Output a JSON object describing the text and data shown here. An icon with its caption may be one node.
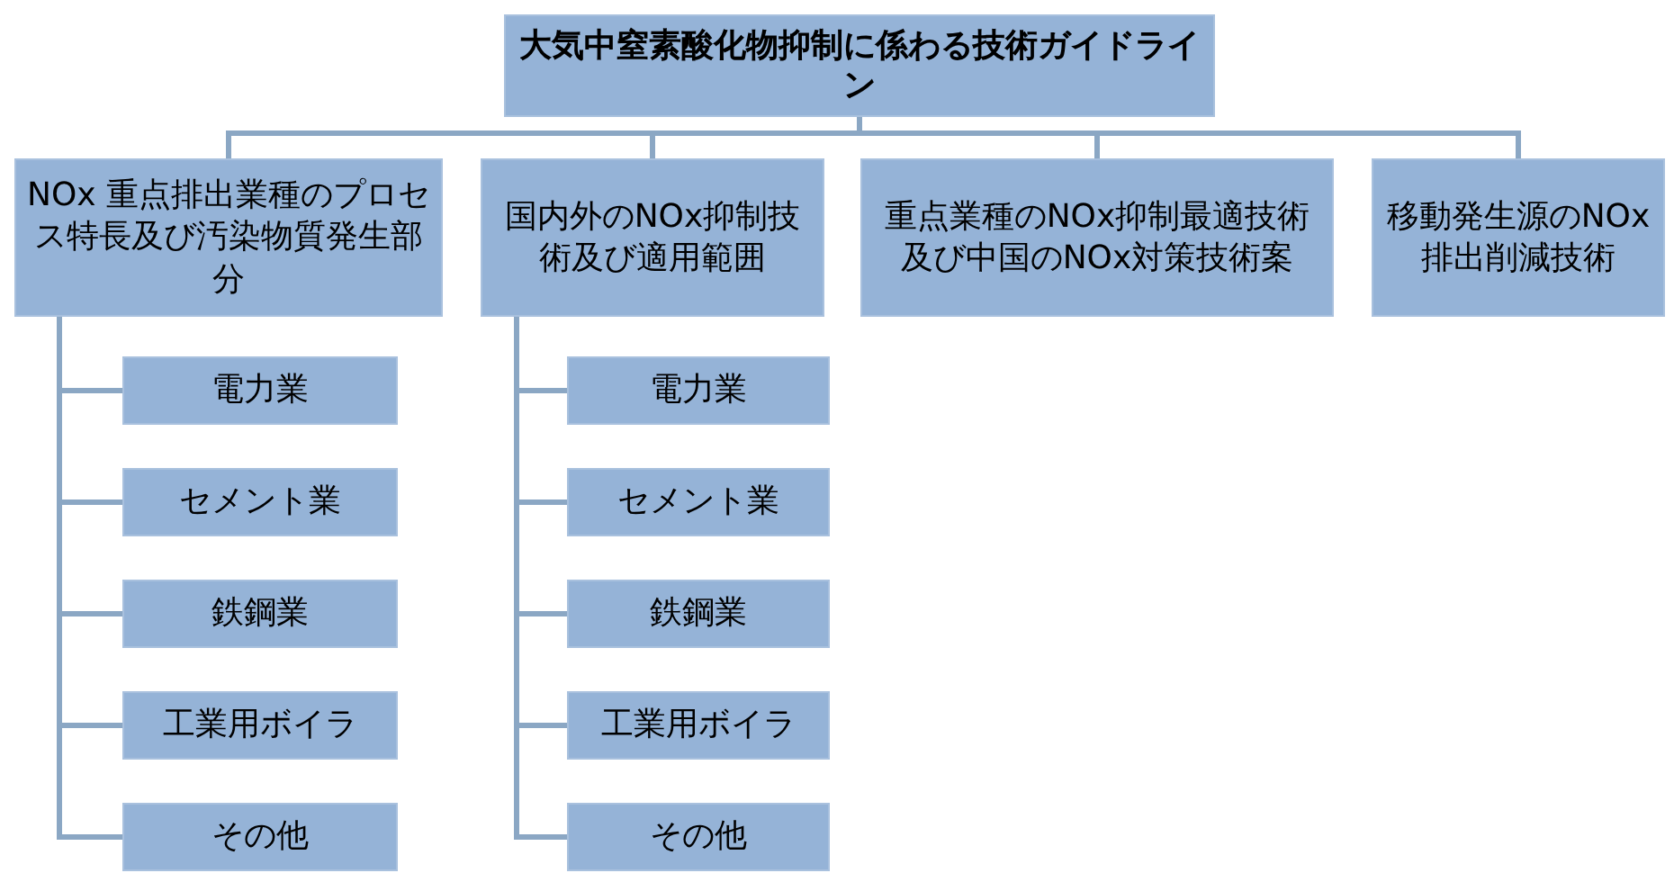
{
  "diagram": {
    "nodes": [
      {
        "text": [
          "大気中窒素酸化物抑制に係わる技術ガイドライン"
        ]
      },
      {
        "text": [
          "NOx 重点排出業種のプロセス特長及び汚染物質発生部分"
        ]
      },
      {
        "text": [
          "国内外のNOx抑制技術及び適用範囲"
        ]
      },
      {
        "text": [
          "重点業種のNOx抑制最適技術及び中国のNOx対策技術案"
        ]
      },
      {
        "text": [
          "移動発生源のNOx排出削減技術"
        ]
      },
      {
        "text": [
          "電力業"
        ]
      },
      {
        "text": [
          "セメント業"
        ]
      },
      {
        "text": [
          "鉄鋼業"
        ]
      },
      {
        "text": [
          "工業用ボイラ"
        ]
      },
      {
        "text": [
          "その他"
        ]
      },
      {
        "text": [
          "電力業"
        ]
      },
      {
        "text": [
          "セメント業"
        ]
      },
      {
        "text": [
          "鉄鋼業"
        ]
      },
      {
        "text": [
          "工業用ボイラ"
        ]
      },
      {
        "text": [
          "その他"
        ]
      }
    ],
    "edges": [
      {
        "from": 0,
        "to": 1,
        "arrow": "none"
      },
      {
        "from": 0,
        "to": 2,
        "arrow": "none"
      },
      {
        "from": 0,
        "to": 3,
        "arrow": "none"
      },
      {
        "from": 0,
        "to": 4,
        "arrow": "none"
      },
      {
        "from": 1,
        "to": 5,
        "arrow": "none"
      },
      {
        "from": 1,
        "to": 6,
        "arrow": "none"
      },
      {
        "from": 1,
        "to": 7,
        "arrow": "none"
      },
      {
        "from": 1,
        "to": 8,
        "arrow": "none"
      },
      {
        "from": 1,
        "to": 9,
        "arrow": "none"
      },
      {
        "from": 2,
        "to": 10,
        "arrow": "none"
      },
      {
        "from": 2,
        "to": 11,
        "arrow": "none"
      },
      {
        "from": 2,
        "to": 12,
        "arrow": "none"
      },
      {
        "from": 2,
        "to": 13,
        "arrow": "none"
      },
      {
        "from": 2,
        "to": 14,
        "arrow": "none"
      }
    ]
  }
}
